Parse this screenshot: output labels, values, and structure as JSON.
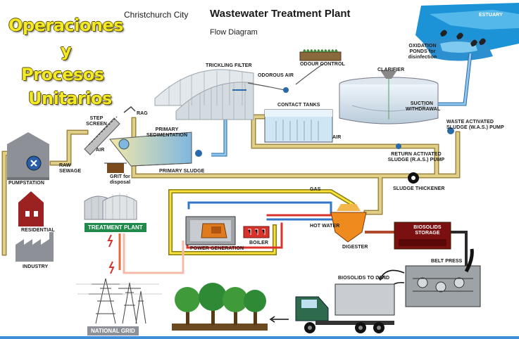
{
  "header": {
    "city": "Christchurch City",
    "title": "Wastewater Treatment Plant",
    "subtitle": "Flow Diagram"
  },
  "overlay_title": {
    "line1": "Operaciones",
    "line2": "y",
    "line3": "Procesos",
    "line4": "Unitarios"
  },
  "sources": {
    "pumpstation": "PUMPSTATION",
    "residential": "RESIDENTIAL",
    "industry": "INDUSTRY",
    "raw_sewage": "RAW SEWAGE"
  },
  "process": {
    "step_screen": "STEP SCREEN",
    "rag": "RAG",
    "air_primary": "AIR",
    "grit": "GRIT for disposal",
    "primary_sedimentation": "PRIMARY SEDIMENTATION",
    "primary_sludge": "PRIMARY SLUDGE",
    "trickling_filter": "TRICKLING FILTER",
    "odorous_air": "ODOROUS AIR",
    "odour_control": "ODOUR CONTROL",
    "contact_tanks": "CONTACT TANKS",
    "air_contact": "AIR",
    "clarifier": "CLARIFIER",
    "suction_withdrawal": "SUCTION WITHDRAWAL",
    "was_pump": "WASTE ACTIVATED SLUDGE (W.A.S.) PUMP",
    "ras_pump": "RETURN ACTIVATED SLUDGE (R.A.S.) PUMP",
    "sludge_thickener": "SLUDGE THICKENER",
    "oxidation_ponds": "OXIDATION PONDS for disinfection",
    "estuary": "ESTUARY"
  },
  "energy": {
    "gas": "GAS",
    "hot_water": "HOT WATER",
    "boiler": "BOILER",
    "power_generation": "POWER GENERATION",
    "digester": "DIGESTER",
    "treatment_plant_1": "TREATMENT",
    "treatment_plant_2": "PLANT",
    "national_grid": "NATIONAL GRID"
  },
  "solids": {
    "biosolids_storage": "BIOSOLIDS STORAGE",
    "belt_press": "BELT PRESS",
    "biosolids_to_land": "BIOSOLIDS TO LAND"
  },
  "colors": {
    "wastewater": "#e2cf86",
    "wastewater_edge": "#9c8644",
    "sludge": "#d6a15c",
    "treated": "#8fc8ee",
    "gas_yellow": "#f6e23a",
    "hot_water_red": "#d8322c",
    "cold_water_blue": "#3276c8",
    "badge_green": "#1f8a4a",
    "title_yellow": "#f3ea26"
  }
}
